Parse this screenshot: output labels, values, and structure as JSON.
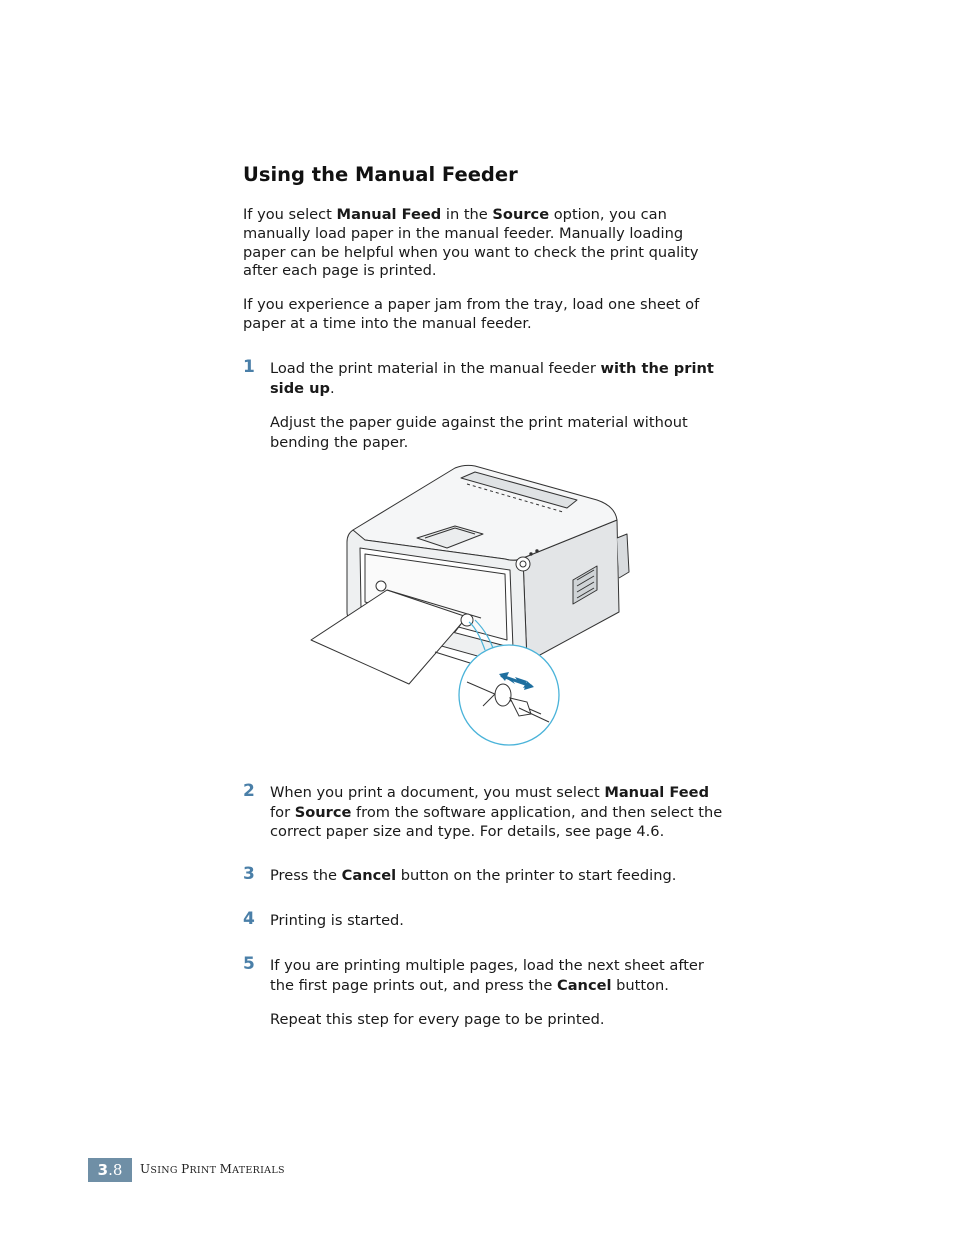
{
  "section": {
    "title": "Using the Manual Feeder",
    "intro_p1": [
      "If you select ",
      "Manual Feed",
      " in the ",
      "Source",
      " option, you can manually load paper in the manual feeder. Manually loading paper can be helpful when you want to check the print quality after each page is printed."
    ],
    "intro_p2": "If you experience a paper jam from the tray, load one sheet of paper at a time into the manual feeder."
  },
  "steps": [
    {
      "number": "1",
      "text": [
        "Load the print material in the manual feeder ",
        "with the print side up",
        "."
      ],
      "note": "Adjust the paper guide against the print material without bending the paper."
    },
    {
      "number": "2",
      "text": [
        "When you print a document, you must select ",
        "Manual Feed",
        " for ",
        "Source",
        " from the software application, and then select the correct paper size and type. For details, see page 4.6."
      ]
    },
    {
      "number": "3",
      "text": [
        "Press the ",
        "Cancel",
        " button on the printer to start feeding."
      ]
    },
    {
      "number": "4",
      "text": [
        "Printing is started."
      ]
    },
    {
      "number": "5",
      "text": [
        "If you are printing multiple pages, load the next sheet after the first page prints out, and press the ",
        "Cancel",
        " button."
      ],
      "note": "Repeat this step for every page to be printed."
    }
  ],
  "illustration": {
    "icon": "printer-manual-feeder-illustration",
    "accent": "#4ab3d9",
    "arrow_color": "#1f6f9f"
  },
  "footer": {
    "chapter": "3",
    "page": ".8",
    "title_parts": [
      "U",
      "SING ",
      "P",
      "RINT ",
      "M",
      "ATERIALS"
    ]
  },
  "colors": {
    "step_number": "#4a7fa8",
    "footer_box": "#6f8fa6"
  }
}
